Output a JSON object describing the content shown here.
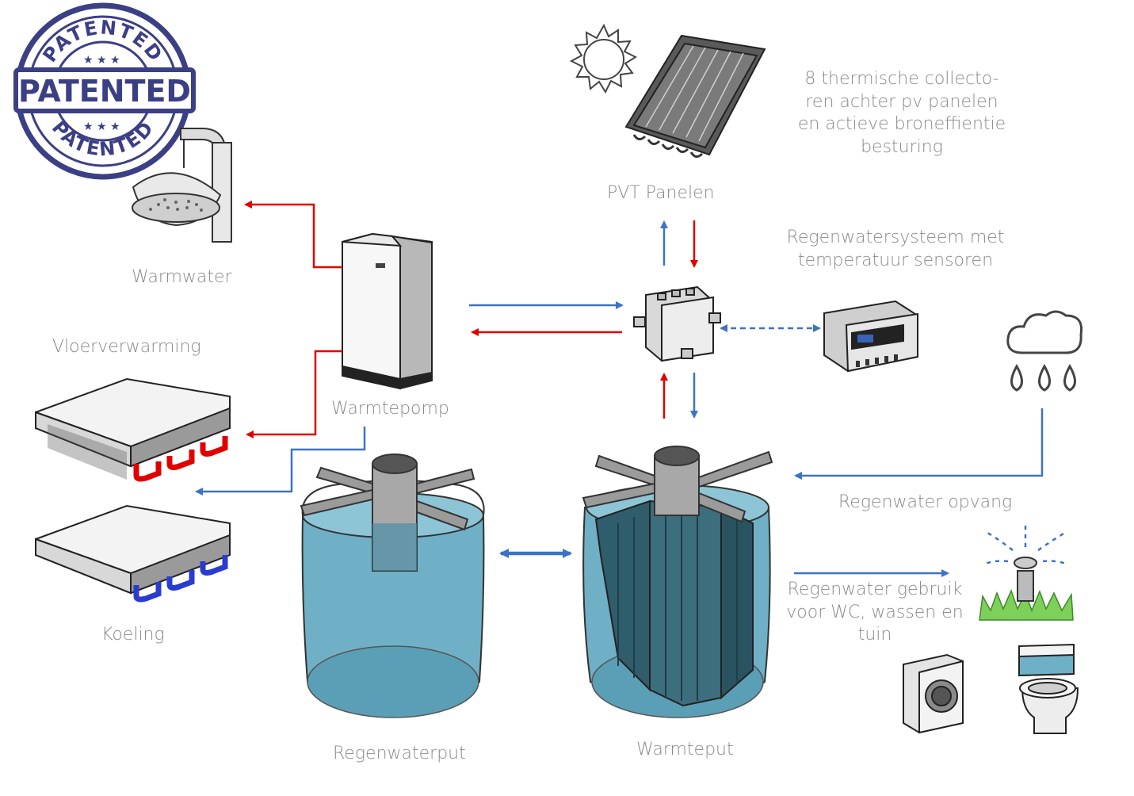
{
  "stamp": {
    "main": "PATENTED",
    "top_arc": "PATENTED",
    "bottom_arc": "PATENTED",
    "color": "#2b2f7a"
  },
  "labels": {
    "warmwater": "Warmwater",
    "vloerverwarming": "Vloerverwarming",
    "koeling": "Koeling",
    "warmtepomp": "Warmtepomp",
    "pvt_panelen": "PVT Panelen",
    "collectors_desc": [
      "8 thermische collecto-",
      "ren achter pv panelen",
      "en actieve broneffientie",
      "besturing"
    ],
    "regenwatersysteem": [
      "Regenwatersysteem met",
      "temperatuur sensoren"
    ],
    "regenwater_opvang": "Regenwater opvang",
    "regenwater_gebruik": [
      "Regenwater gebruik",
      "voor WC, wassen en",
      "tuin"
    ],
    "regenwaterput": "Regenwaterput",
    "warmteput": "Warmteput"
  },
  "icons": [
    "patent-stamp-icon",
    "shower-head-icon",
    "heat-pump-icon",
    "floor-heating-icon",
    "cooling-unit-icon",
    "solar-panel-icon",
    "sun-icon",
    "controller-icon",
    "control-box-icon",
    "rain-cloud-icon",
    "rainwater-tank-icon",
    "heat-well-icon",
    "sprinkler-icon",
    "washing-machine-icon",
    "toilet-icon"
  ],
  "colors": {
    "hot": "#e00000",
    "cold": "#3d73c2",
    "water": "#6fb0c6",
    "text": "#8a8a8a",
    "cooling": "#2a3bd0"
  }
}
